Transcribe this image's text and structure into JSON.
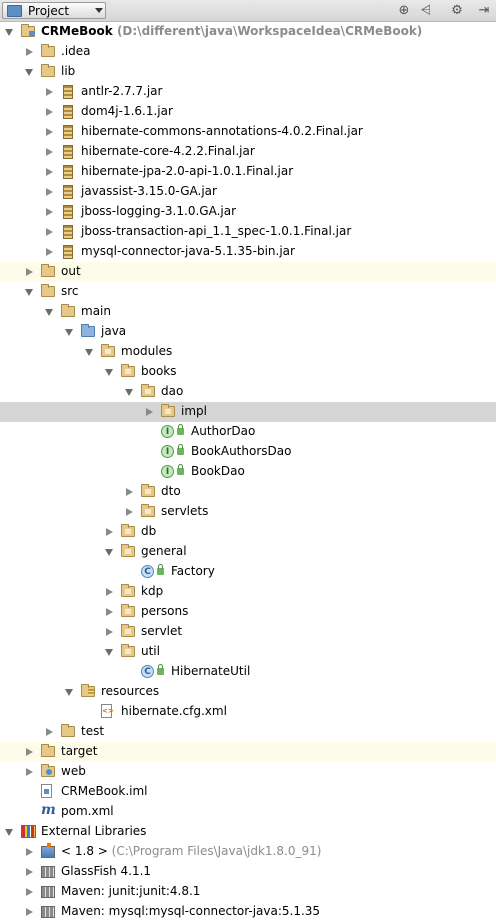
{
  "toolbar": {
    "title": "Project",
    "icons": [
      "target-icon",
      "collapse-icon",
      "gear-icon",
      "hide-icon"
    ]
  },
  "tree": [
    {
      "label": "CRMeBook",
      "path": "(D:\\different\\java\\WorkspaceIdea\\CRMeBook)",
      "level": 0,
      "expanded": true,
      "icon": "module-folder",
      "bold": true
    },
    {
      "label": ".idea",
      "level": 1,
      "expanded": false,
      "icon": "folder"
    },
    {
      "label": "lib",
      "level": 1,
      "expanded": true,
      "icon": "folder"
    },
    {
      "label": "antlr-2.7.7.jar",
      "level": 2,
      "expanded": false,
      "icon": "jar"
    },
    {
      "label": "dom4j-1.6.1.jar",
      "level": 2,
      "expanded": false,
      "icon": "jar"
    },
    {
      "label": "hibernate-commons-annotations-4.0.2.Final.jar",
      "level": 2,
      "expanded": false,
      "icon": "jar"
    },
    {
      "label": "hibernate-core-4.2.2.Final.jar",
      "level": 2,
      "expanded": false,
      "icon": "jar"
    },
    {
      "label": "hibernate-jpa-2.0-api-1.0.1.Final.jar",
      "level": 2,
      "expanded": false,
      "icon": "jar"
    },
    {
      "label": "javassist-3.15.0-GA.jar",
      "level": 2,
      "expanded": false,
      "icon": "jar"
    },
    {
      "label": "jboss-logging-3.1.0.GA.jar",
      "level": 2,
      "expanded": false,
      "icon": "jar"
    },
    {
      "label": "jboss-transaction-api_1.1_spec-1.0.1.Final.jar",
      "level": 2,
      "expanded": false,
      "icon": "jar"
    },
    {
      "label": "mysql-connector-java-5.1.35-bin.jar",
      "level": 2,
      "expanded": false,
      "icon": "jar"
    },
    {
      "label": "out",
      "level": 1,
      "expanded": false,
      "icon": "folder",
      "highlight": "yellow"
    },
    {
      "label": "src",
      "level": 1,
      "expanded": true,
      "icon": "folder"
    },
    {
      "label": "main",
      "level": 2,
      "expanded": true,
      "icon": "folder"
    },
    {
      "label": "java",
      "level": 3,
      "expanded": true,
      "icon": "source-folder"
    },
    {
      "label": "modules",
      "level": 4,
      "expanded": true,
      "icon": "package"
    },
    {
      "label": "books",
      "level": 5,
      "expanded": true,
      "icon": "package"
    },
    {
      "label": "dao",
      "level": 6,
      "expanded": true,
      "icon": "package"
    },
    {
      "label": "impl",
      "level": 7,
      "expanded": false,
      "icon": "package",
      "highlight": "selected"
    },
    {
      "label": "AuthorDao",
      "level": 7,
      "icon": "interface"
    },
    {
      "label": "BookAuthorsDao",
      "level": 7,
      "icon": "interface"
    },
    {
      "label": "BookDao",
      "level": 7,
      "icon": "interface"
    },
    {
      "label": "dto",
      "level": 6,
      "expanded": false,
      "icon": "package"
    },
    {
      "label": "servlets",
      "level": 6,
      "expanded": false,
      "icon": "package"
    },
    {
      "label": "db",
      "level": 5,
      "expanded": false,
      "icon": "package"
    },
    {
      "label": "general",
      "level": 5,
      "expanded": true,
      "icon": "package"
    },
    {
      "label": "Factory",
      "level": 6,
      "icon": "class"
    },
    {
      "label": "kdp",
      "level": 5,
      "expanded": false,
      "icon": "package"
    },
    {
      "label": "persons",
      "level": 5,
      "expanded": false,
      "icon": "package"
    },
    {
      "label": "servlet",
      "level": 5,
      "expanded": false,
      "icon": "package"
    },
    {
      "label": "util",
      "level": 5,
      "expanded": true,
      "icon": "package"
    },
    {
      "label": "HibernateUtil",
      "level": 6,
      "icon": "class"
    },
    {
      "label": "resources",
      "level": 3,
      "expanded": true,
      "icon": "resource-folder"
    },
    {
      "label": "hibernate.cfg.xml",
      "level": 4,
      "icon": "xml-file"
    },
    {
      "label": "test",
      "level": 2,
      "expanded": false,
      "icon": "folder"
    },
    {
      "label": "target",
      "level": 1,
      "expanded": false,
      "icon": "folder",
      "highlight": "yellow"
    },
    {
      "label": "web",
      "level": 1,
      "expanded": false,
      "icon": "web-folder"
    },
    {
      "label": "CRMeBook.iml",
      "level": 1,
      "icon": "iml-file"
    },
    {
      "label": "pom.xml",
      "level": 1,
      "icon": "maven-file"
    },
    {
      "label": "External Libraries",
      "level": 0,
      "expanded": true,
      "icon": "libraries"
    },
    {
      "label": "< 1.8 >",
      "path": "(C:\\Program Files\\Java\\jdk1.8.0_91)",
      "level": 1,
      "expanded": false,
      "icon": "jdk"
    },
    {
      "label": "GlassFish 4.1.1",
      "level": 1,
      "expanded": false,
      "icon": "library"
    },
    {
      "label": "Maven: junit:junit:4.8.1",
      "level": 1,
      "expanded": false,
      "icon": "library"
    },
    {
      "label": "Maven: mysql:mysql-connector-java:5.1.35",
      "level": 1,
      "expanded": false,
      "icon": "library"
    }
  ]
}
